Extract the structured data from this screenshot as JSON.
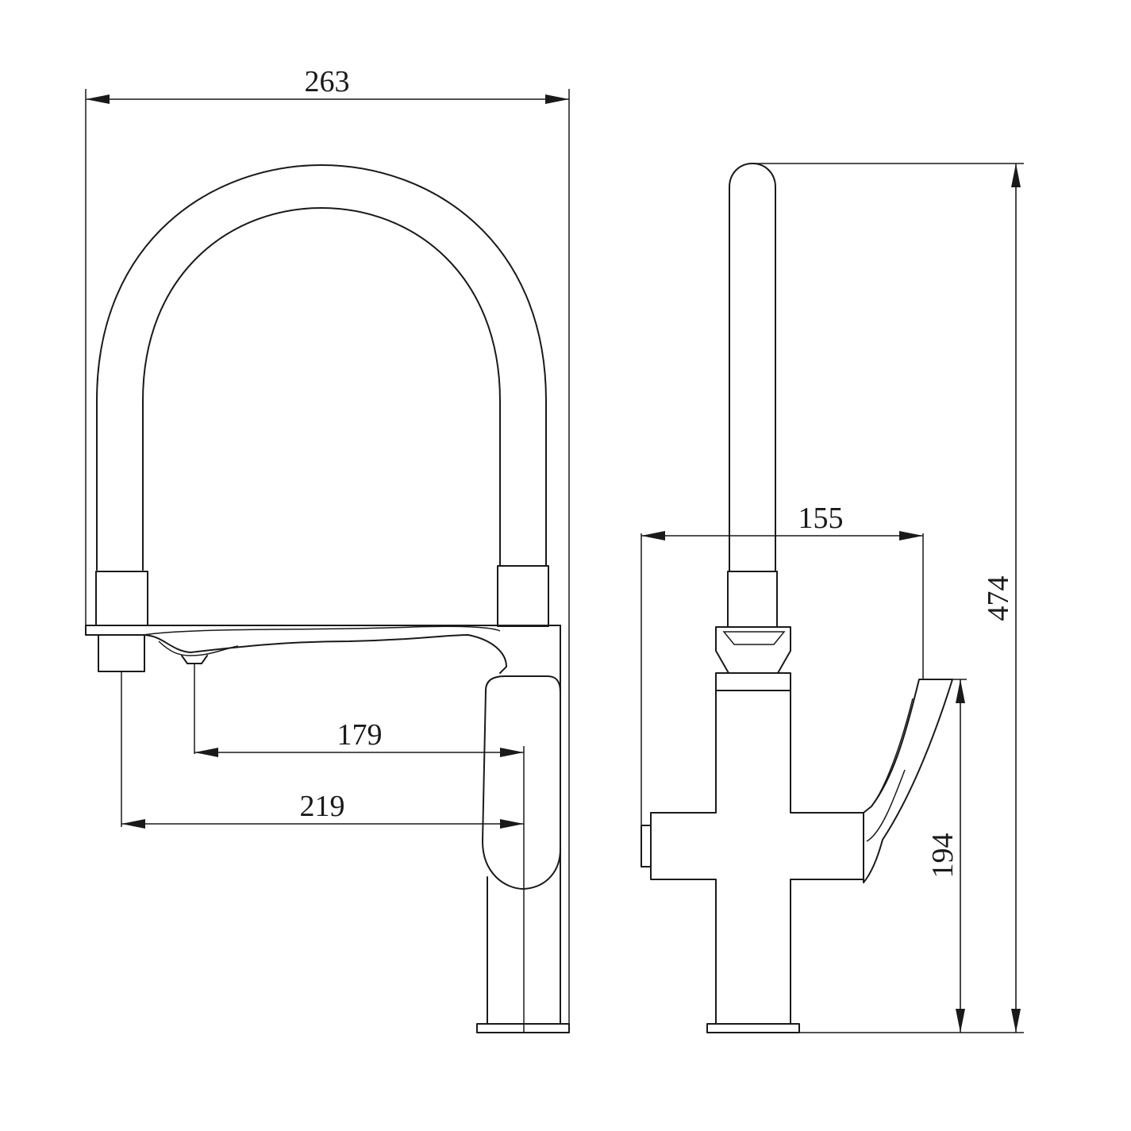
{
  "dimensions": {
    "overall_width": "263",
    "overall_height": "474",
    "side_reach": "155",
    "spout_reach_179": "179",
    "spout_reach_219": "219",
    "handle_height": "194"
  },
  "colors": {
    "line": "#1a1a1a",
    "background": "#ffffff"
  }
}
